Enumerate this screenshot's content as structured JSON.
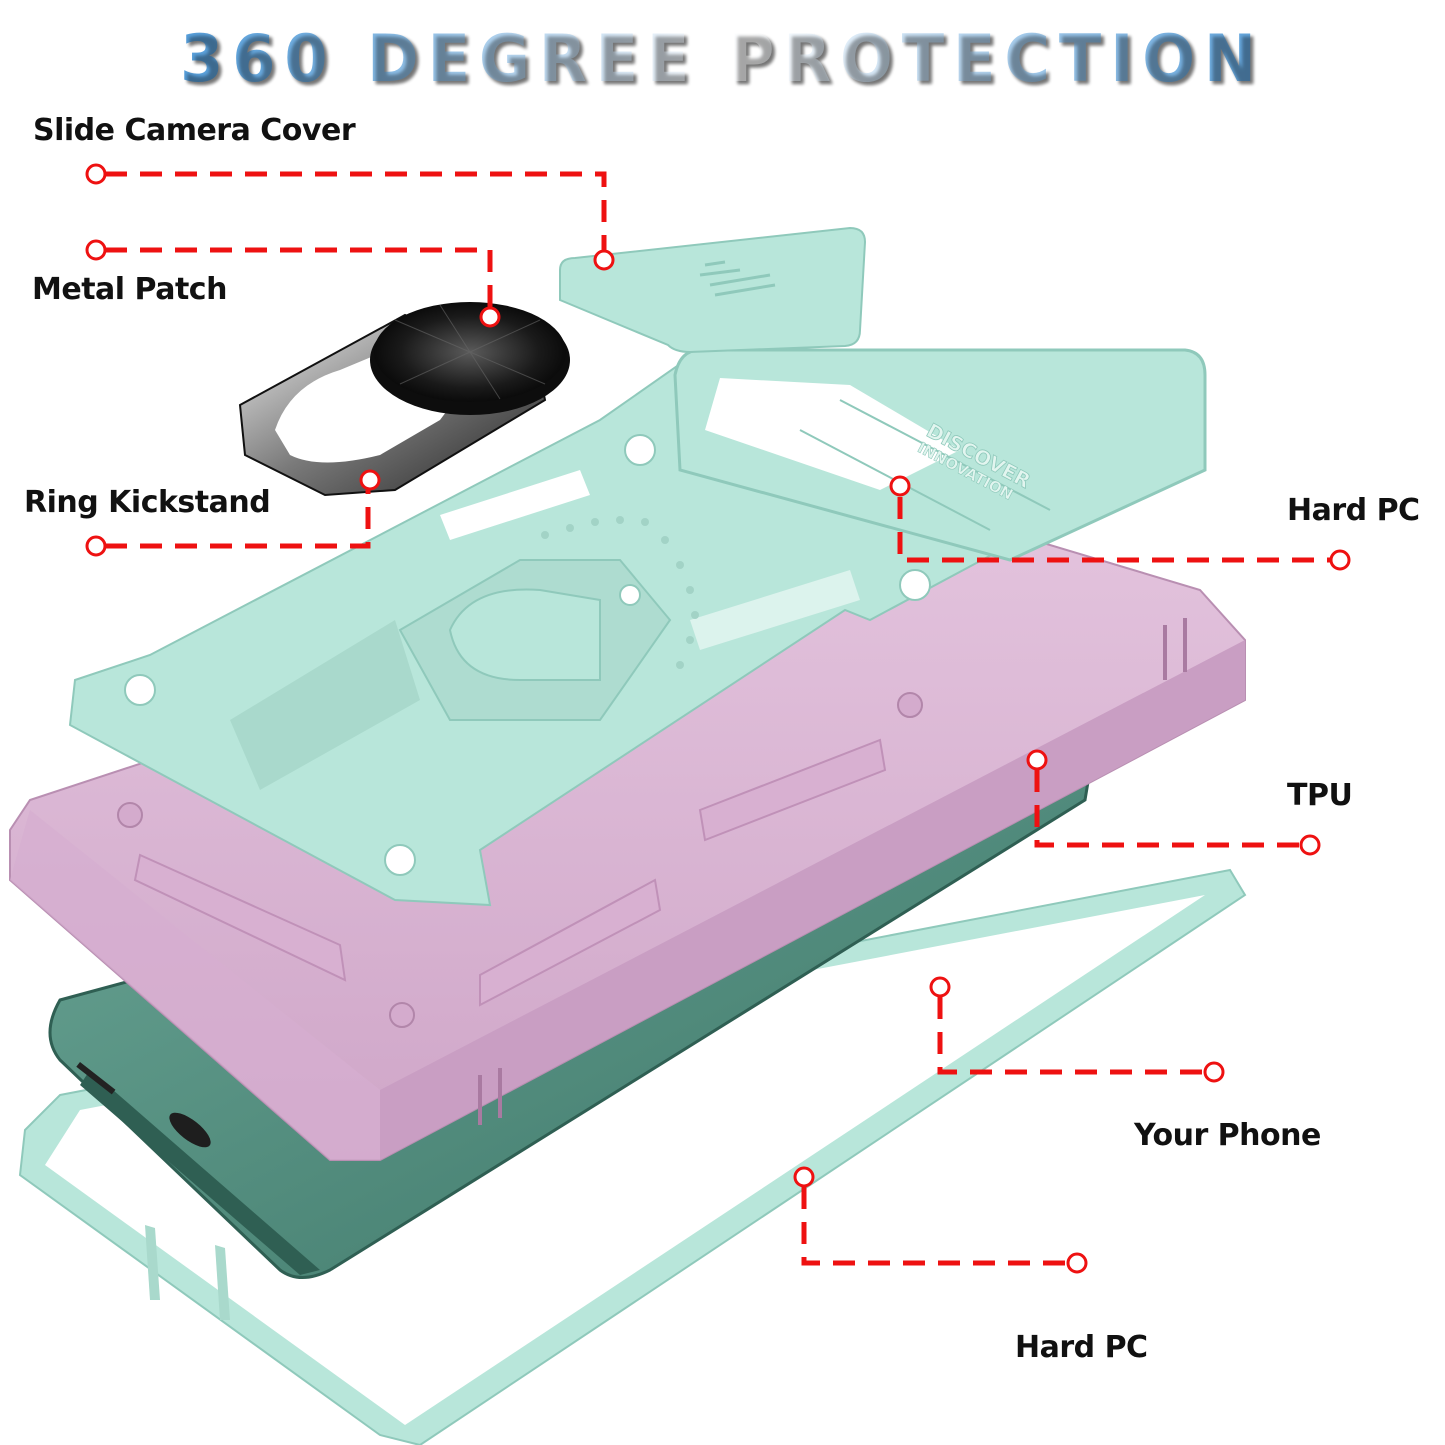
{
  "header": {
    "title": "360 DEGREE PROTECTION"
  },
  "labels": {
    "slide_camera_cover": "Slide Camera Cover",
    "metal_patch": "Metal Patch",
    "ring_kickstand": "Ring Kickstand",
    "hard_pc_top": "Hard PC",
    "tpu": "TPU",
    "your_phone": "Your Phone",
    "hard_pc_bottom": "Hard PC"
  },
  "embossed_text": {
    "line1": "DISCOVER",
    "line2": "INNOVATION"
  },
  "colors": {
    "callout_red": "#ee1111",
    "mint": "#b8e6da",
    "mint_shadow": "#8fc9bb",
    "pink": "#d9b3d3",
    "pink_shadow": "#b98fb2",
    "phone_green": "#4f8f7f",
    "phone_dark": "#2f5f53",
    "metal_black": "#1b1b1b",
    "title_blue": "#2d86d0"
  }
}
